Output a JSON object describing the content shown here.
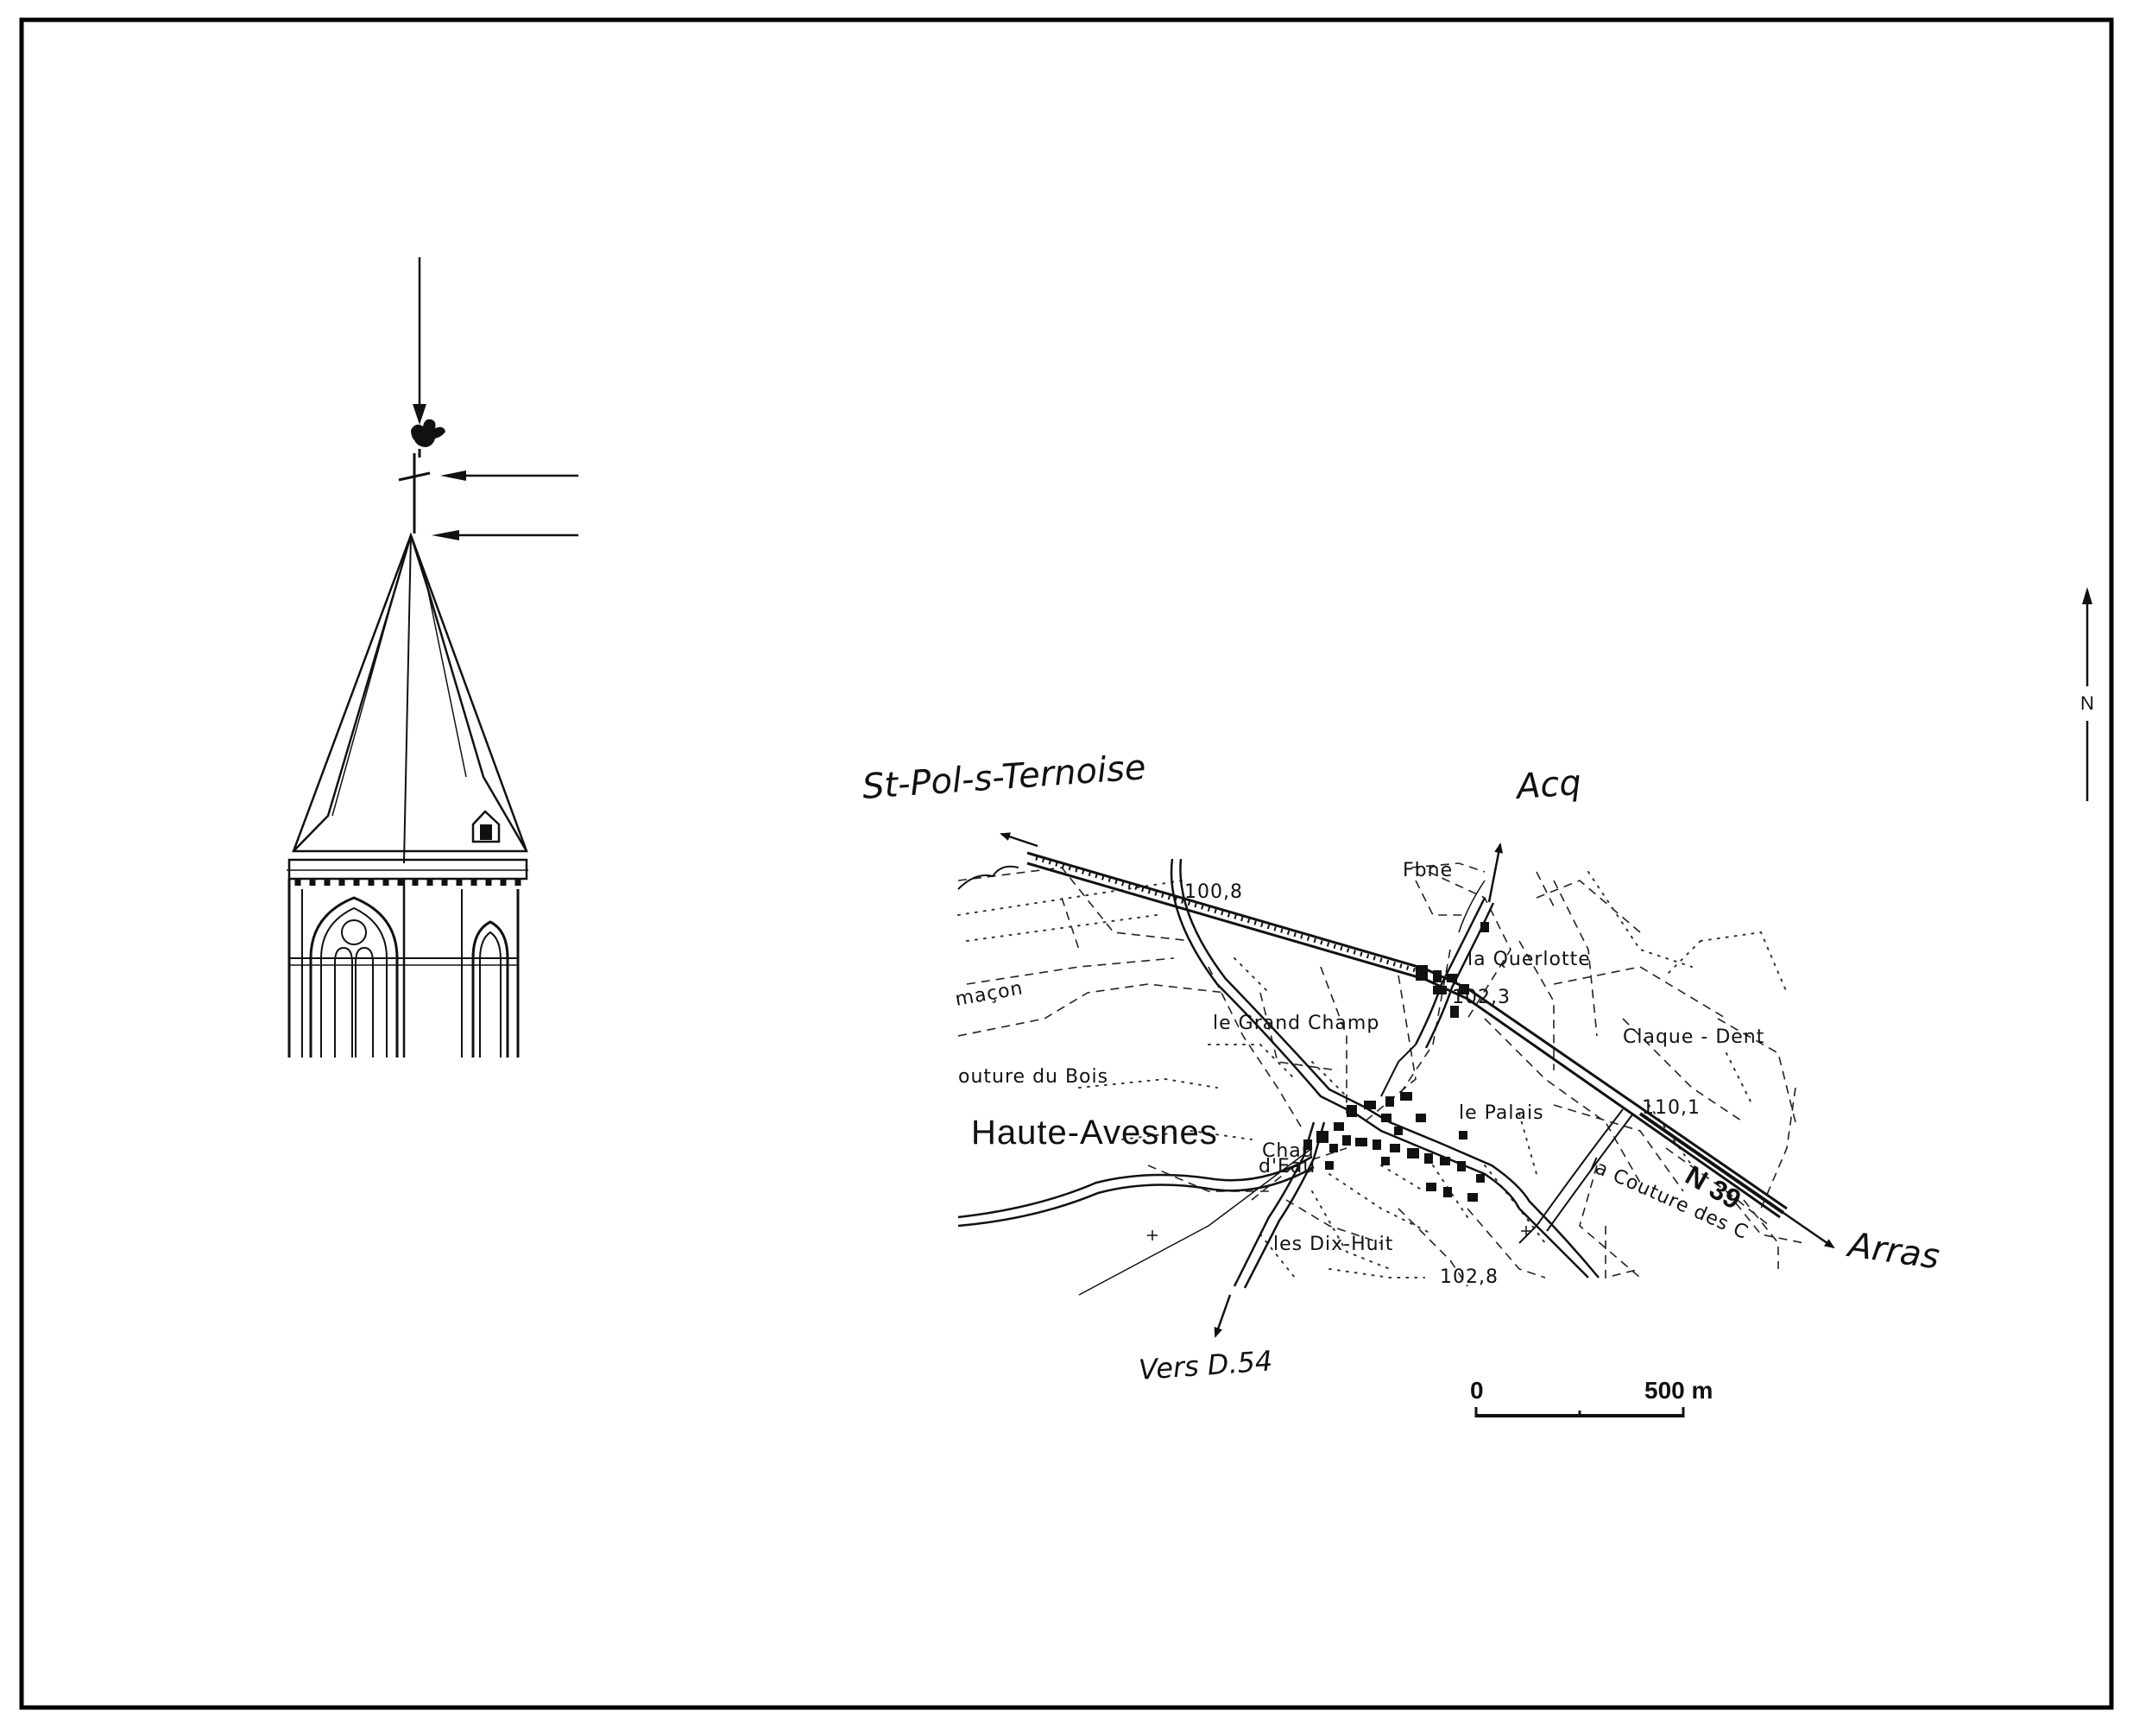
{
  "map": {
    "destinations": {
      "west": "St-Pol-s-Ternoise",
      "north": "Acq",
      "east": "Arras",
      "south": "Vers D.54"
    },
    "village_name": "Haute-Avesnes",
    "road_label": "N 39",
    "place_names": {
      "la_querlotte": "la Querlotte",
      "le_grand_champ": "le Grand Champ",
      "claque_dent": "Claque - Dent",
      "couture_du_bois": "outure du Bois",
      "le_palais": "le Palais",
      "la_couture_des": "la Couture des C",
      "les_dix_huit": "les Dix-Huit",
      "macon": "maçon",
      "fbne": "Fbne",
      "chateau_deau_1": "Chau",
      "chateau_deau_2": "d'Eau"
    },
    "elevations": {
      "e1": "100,8",
      "e2": "102,3",
      "e3": "110,1",
      "e4": "102,8"
    },
    "scale": {
      "start_label": "0",
      "end_label": "500 m"
    },
    "north_label": "N"
  }
}
